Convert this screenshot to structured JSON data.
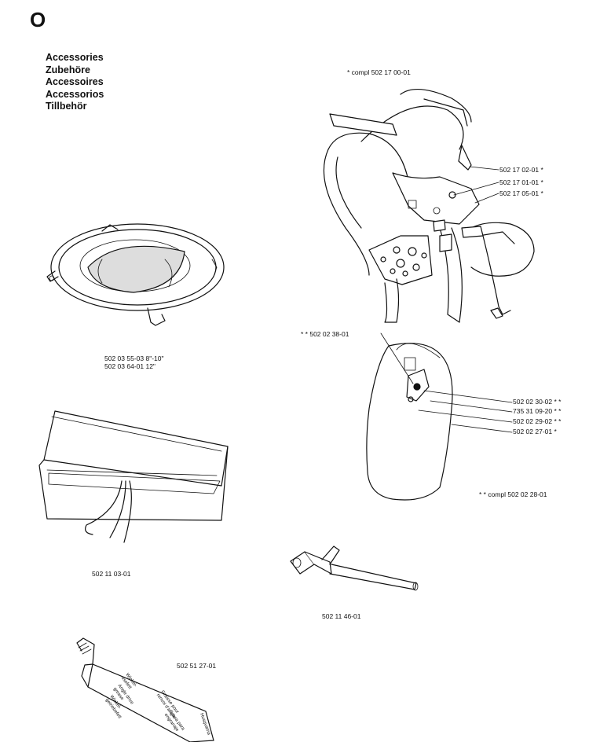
{
  "section_letter": "O",
  "headings": [
    "Accessories",
    "Zubehöre",
    "Accessoires",
    "Accessorios",
    "Tillbehör"
  ],
  "harness": {
    "compl_label": "*  compl 502 17 00-01",
    "callouts": [
      "502 17 02-01  *",
      "502 17 01-01  *",
      "502 17 05-01  *"
    ],
    "callout_left": "* *  502 02 38-01",
    "hip_callouts": [
      "502 02 30-02  * *",
      "735 31 09-20  * *",
      "502 02 29-02  * *",
      "502 02 27-01  *"
    ],
    "hip_compl_label": "* *  compl 502 02 28-01"
  },
  "guard": {
    "part_numbers": [
      "502 03 55-03 8\"-10\"",
      "502 03 64-01 12\""
    ]
  },
  "bag": {
    "part_number": "502 11 03-01"
  },
  "wrench": {
    "part_number": "502 11 46-01"
  },
  "grease": {
    "part_number": "502 51 27-01",
    "tube_text": [
      "Winkel-",
      "dsefett",
      "Angle drive",
      "grease",
      "Winkel-",
      "getriebefett",
      "Graisse pour",
      "renvoi d'angle",
      "Grasa para",
      "engranaje",
      "Husqvarna"
    ]
  }
}
